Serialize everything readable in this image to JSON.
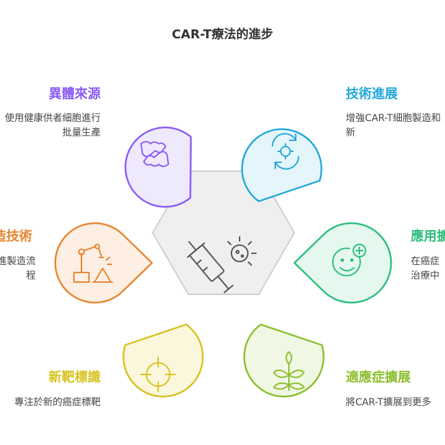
{
  "title": "CAR-T療法的進步",
  "items": [
    {
      "key": "allogeneic",
      "title": "異體來源",
      "desc": "使用健康供者細胞進行\n批量生產",
      "color": "#8B5CF6",
      "icon": "hands-cells-icon"
    },
    {
      "key": "tech-advance",
      "title": "技術進展",
      "desc": "增強CAR-T細胞製造和\n新",
      "color": "#22A9D9",
      "icon": "gear-cycle-icon"
    },
    {
      "key": "manufacturing",
      "title": "製造技術",
      "desc": "改進製造流\n程",
      "color": "#E8852F",
      "icon": "robot-arm-icon"
    },
    {
      "key": "application",
      "title": "應用擴展",
      "desc": "在癌症\n治療中",
      "color": "#2DBE7C",
      "icon": "smile-plus-icon"
    },
    {
      "key": "new-targets",
      "title": "新靶標識",
      "desc": "專注於新的癌症標靶",
      "color": "#D8C21E",
      "icon": "crosshair-icon"
    },
    {
      "key": "indications",
      "title": "適應症擴展",
      "desc": "將CAR-T擴展到更多",
      "color": "#8CBF2E",
      "icon": "plant-icon"
    }
  ],
  "center": {
    "icon": "syringe-virus-icon"
  }
}
